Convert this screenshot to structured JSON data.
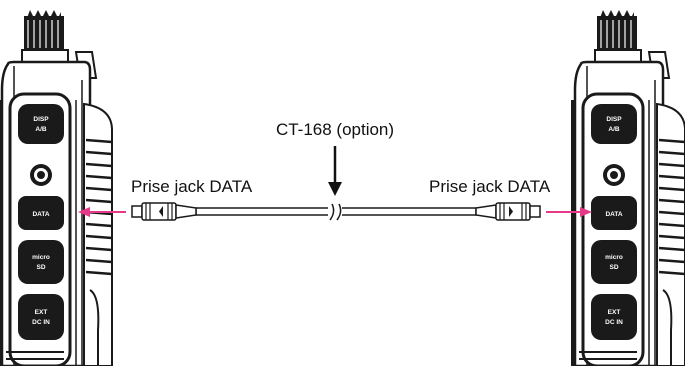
{
  "cable": {
    "label": "CT-168 (option)"
  },
  "left_jack": {
    "label": "Prise jack DATA"
  },
  "right_jack": {
    "label": "Prise jack DATA"
  },
  "radio_buttons": {
    "top_line1": "DISP",
    "top_line2": "A/B",
    "data": "DATA",
    "sd_line1": "micro",
    "sd_line2": "SD",
    "ext_line1": "EXT",
    "ext_line2": "DC IN"
  },
  "colors": {
    "arrow": "#e8388a",
    "line": "#111111",
    "background": "#ffffff"
  },
  "icons": [
    "down-arrow-icon",
    "pink-arrow-left-icon",
    "pink-arrow-right-icon",
    "cable-break-icon",
    "plug-icon",
    "radio-illustration"
  ]
}
